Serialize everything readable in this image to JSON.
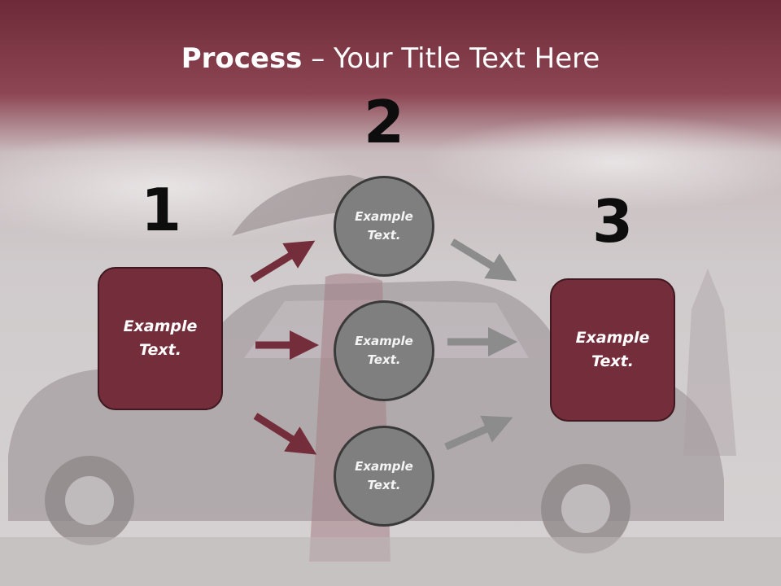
{
  "title": {
    "bold": "Process",
    "rest": " – Your Title Text Here"
  },
  "steps": {
    "one": "1",
    "two": "2",
    "three": "3"
  },
  "left_box": {
    "line1": "Example",
    "line2": "Text."
  },
  "right_box": {
    "line1": "Example",
    "line2": "Text."
  },
  "circles": [
    {
      "line1": "Example",
      "line2": "Text."
    },
    {
      "line1": "Example",
      "line2": "Text."
    },
    {
      "line1": "Example",
      "line2": "Text."
    }
  ],
  "colors": {
    "accent": "#742d3b",
    "banner": "#8a3a4a",
    "circle": "#7f7f7f",
    "gray_arrow": "#8c8c8c"
  }
}
